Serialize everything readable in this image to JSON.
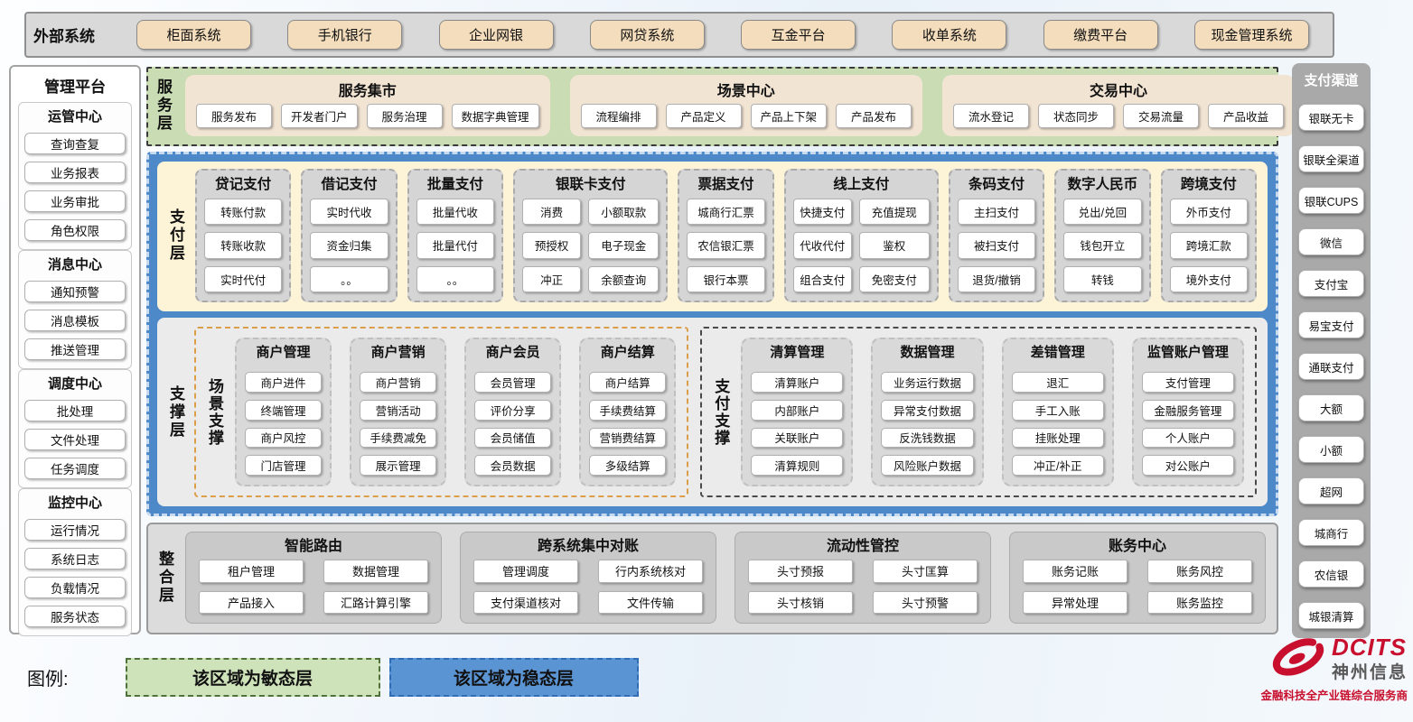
{
  "colors": {
    "agile_green": "#c9dcb3",
    "stable_blue": "#4d88c9",
    "panel_cream": "#f2e4d3",
    "payment_cream": "#fdf3d6",
    "external_tan": "#f3ddbc",
    "brand_red": "#c8102e"
  },
  "external_systems": {
    "label": "外部系统",
    "items": [
      "柜面系统",
      "手机银行",
      "企业网银",
      "网贷系统",
      "互金平台",
      "收单系统",
      "缴费平台",
      "现金管理系统"
    ]
  },
  "management_platform": {
    "title": "管理平台",
    "groups": [
      {
        "title": "运管中心",
        "items": [
          "查询查复",
          "业务报表",
          "业务审批",
          "角色权限"
        ]
      },
      {
        "title": "消息中心",
        "items": [
          "通知预警",
          "消息模板",
          "推送管理"
        ]
      },
      {
        "title": "调度中心",
        "items": [
          "批处理",
          "文件处理",
          "任务调度"
        ]
      },
      {
        "title": "监控中心",
        "items": [
          "运行情况",
          "系统日志",
          "负载情况",
          "服务状态"
        ]
      }
    ]
  },
  "service_layer": {
    "label": "服务层",
    "panels": [
      {
        "title": "服务集市",
        "items": [
          "服务发布",
          "开发者门户",
          "服务治理",
          "数据字典管理"
        ]
      },
      {
        "title": "场景中心",
        "items": [
          "流程编排",
          "产品定义",
          "产品上下架",
          "产品发布"
        ]
      },
      {
        "title": "交易中心",
        "items": [
          "流水登记",
          "状态同步",
          "交易流量",
          "产品收益"
        ]
      }
    ]
  },
  "payment_layer": {
    "label": "支付层",
    "columns": [
      {
        "title": "贷记支付",
        "items": [
          "转账付款",
          "转账收款",
          "实时代付"
        ]
      },
      {
        "title": "借记支付",
        "items": [
          "实时代收",
          "资金归集",
          "。。"
        ]
      },
      {
        "title": "批量支付",
        "items": [
          "批量代收",
          "批量代付",
          "。。"
        ]
      },
      {
        "title": "银联卡支付",
        "items": [
          "消费",
          "小额取款",
          "预授权",
          "电子现金",
          "冲正",
          "余额查询"
        ]
      },
      {
        "title": "票据支付",
        "items": [
          "城商行汇票",
          "农信银汇票",
          "银行本票"
        ]
      },
      {
        "title": "线上支付",
        "items": [
          "快捷支付",
          "充值提现",
          "代收代付",
          "鉴权",
          "组合支付",
          "免密支付"
        ]
      },
      {
        "title": "条码支付",
        "items": [
          "主扫支付",
          "被扫支付",
          "退货/撤销"
        ]
      },
      {
        "title": "数字人民币",
        "items": [
          "兑出/兑回",
          "钱包开立",
          "转钱"
        ]
      },
      {
        "title": "跨境支付",
        "items": [
          "外币支付",
          "跨境汇款",
          "境外支付"
        ]
      }
    ]
  },
  "support_layer": {
    "label": "支撑层",
    "groups": [
      {
        "label": "场景支撑",
        "columns": [
          {
            "title": "商户管理",
            "items": [
              "商户进件",
              "终端管理",
              "商户风控",
              "门店管理"
            ]
          },
          {
            "title": "商户营销",
            "items": [
              "商户营销",
              "营销活动",
              "手续费减免",
              "展示管理"
            ]
          },
          {
            "title": "商户会员",
            "items": [
              "会员管理",
              "评价分享",
              "会员储值",
              "会员数据"
            ]
          },
          {
            "title": "商户结算",
            "items": [
              "商户结算",
              "手续费结算",
              "营销费结算",
              "多级结算"
            ]
          }
        ]
      },
      {
        "label": "支付支撑",
        "columns": [
          {
            "title": "清算管理",
            "items": [
              "清算账户",
              "内部账户",
              "关联账户",
              "清算规则"
            ]
          },
          {
            "title": "数据管理",
            "items": [
              "业务运行数据",
              "异常支付数据",
              "反洗钱数据",
              "风险账户数据"
            ]
          },
          {
            "title": "差错管理",
            "items": [
              "退汇",
              "手工入账",
              "挂账处理",
              "冲正/补正"
            ]
          },
          {
            "title": "监管账户管理",
            "items": [
              "支付管理",
              "金融服务管理",
              "个人账户",
              "对公账户"
            ]
          }
        ]
      }
    ]
  },
  "integration_layer": {
    "label": "整合层",
    "panels": [
      {
        "title": "智能路由",
        "items": [
          "租户管理",
          "数据管理",
          "产品接入",
          "汇路计算引擎"
        ]
      },
      {
        "title": "跨系统集中对账",
        "items": [
          "管理调度",
          "行内系统核对",
          "支付渠道核对",
          "文件传输"
        ]
      },
      {
        "title": "流动性管控",
        "items": [
          "头寸预报",
          "头寸匡算",
          "头寸核销",
          "头寸预警"
        ]
      },
      {
        "title": "账务中心",
        "items": [
          "账务记账",
          "账务风控",
          "异常处理",
          "账务监控"
        ]
      }
    ]
  },
  "payment_channels": {
    "title": "支付渠道",
    "items": [
      "银联无卡",
      "银联全渠道",
      "银联CUPS",
      "微信",
      "支付宝",
      "易宝支付",
      "通联支付",
      "大额",
      "小额",
      "超网",
      "城商行",
      "农信银",
      "城银清算"
    ]
  },
  "legend": {
    "label": "图例:",
    "agile": "该区域为敏态层",
    "stable": "该区域为稳态层"
  },
  "logo": {
    "brand": "DCITS",
    "company": "神州信息",
    "tagline": "金融科技全产业链综合服务商"
  }
}
